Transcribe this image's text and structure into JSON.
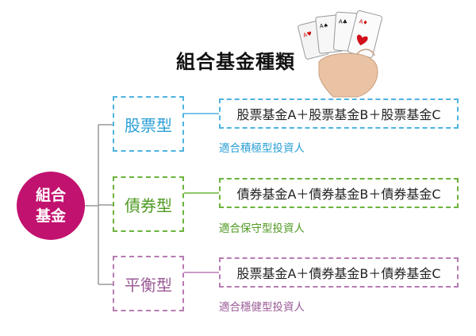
{
  "title": "組合基金種類",
  "center": {
    "line1": "組合",
    "line2": "基金"
  },
  "types": [
    {
      "label": "股票型",
      "funds": "股票基金A＋股票基金B＋股票基金C",
      "investor": "適合積極型投資人",
      "color": "#4eb3e0"
    },
    {
      "label": "債券型",
      "funds": "債券基金A＋債券基金B＋債券基金C",
      "investor": "適合保守型投資人",
      "color": "#6bb33a"
    },
    {
      "label": "平衡型",
      "funds": "股票基金A＋債券基金B＋債券基金C",
      "investor": "適合穩健型投資人",
      "color": "#b77bb3"
    }
  ],
  "colors": {
    "center": "#c2126f",
    "tree_line": "#999999"
  }
}
